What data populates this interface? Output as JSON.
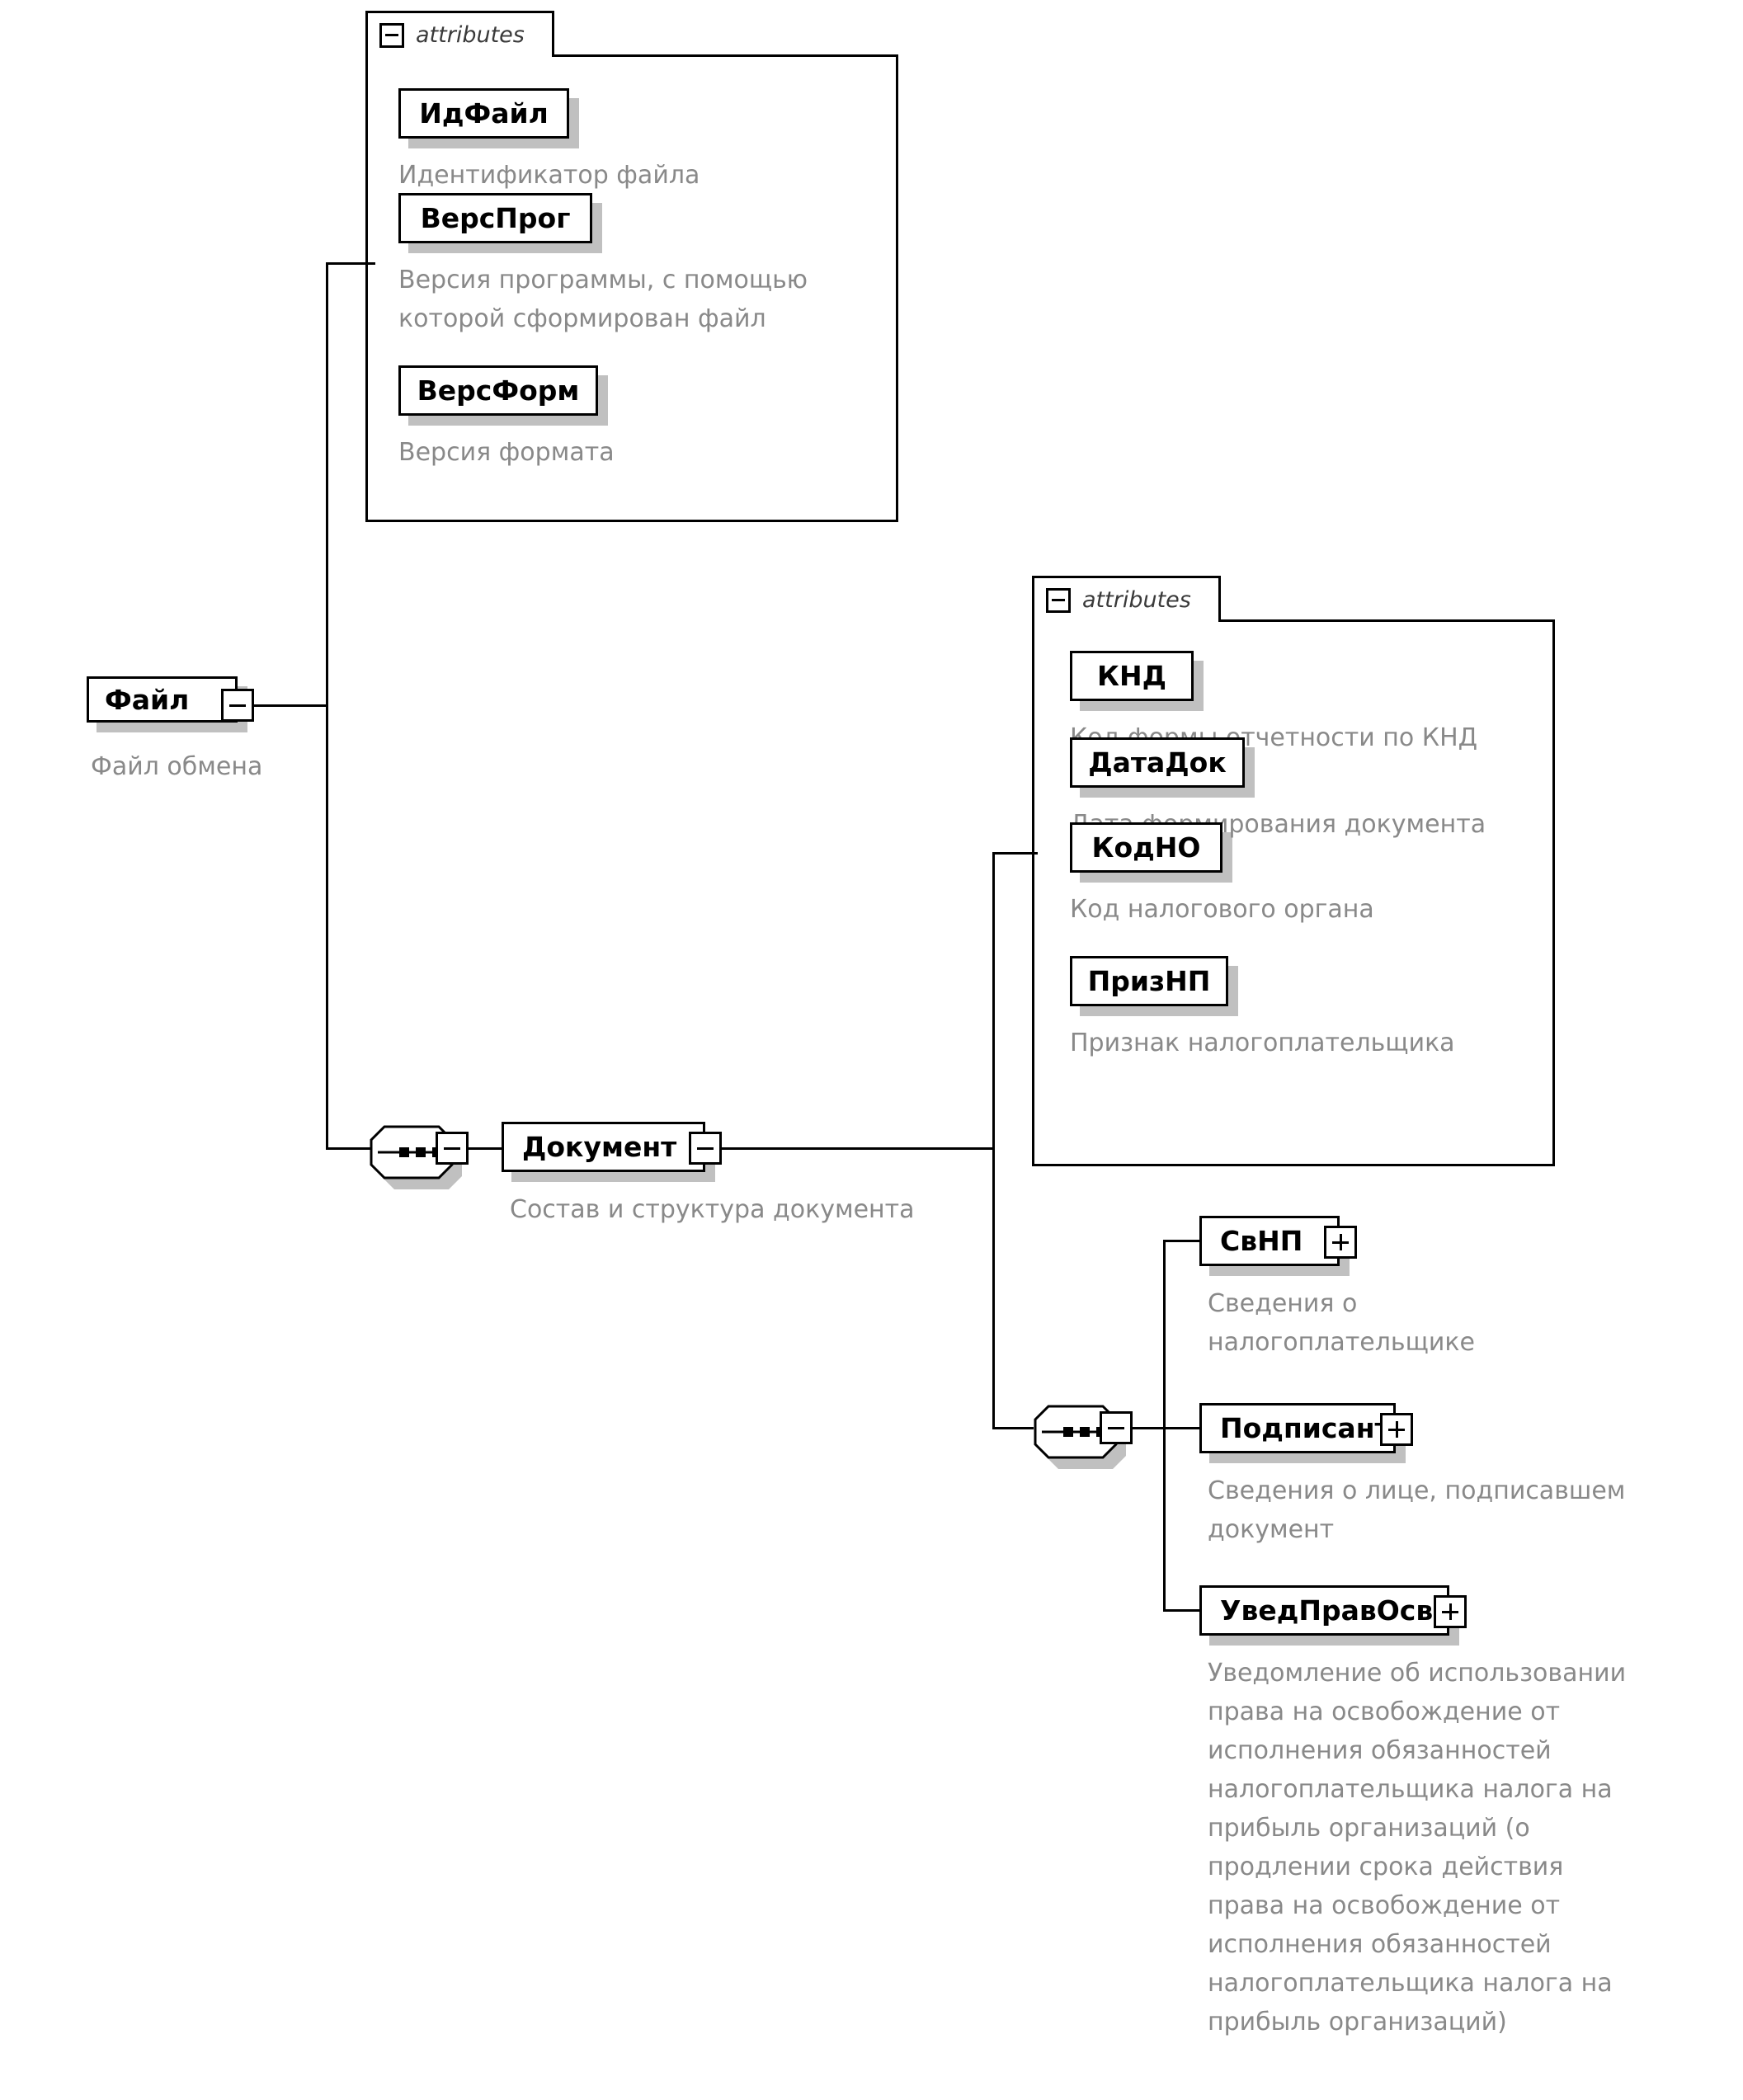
{
  "diagram": {
    "type": "xml-schema-tree",
    "title": "Файл",
    "root": {
      "name": "Файл",
      "description": "Файл обмена",
      "toggle": "minus",
      "attributes_label": "attributes",
      "attributes": [
        {
          "name": "ИдФайл",
          "description": "Идентификатор файла"
        },
        {
          "name": "ВерсПрог",
          "description": "Версия программы, с помощью\nкоторой сформирован файл"
        },
        {
          "name": "ВерсФорм",
          "description": "Версия формата"
        }
      ],
      "children": [
        {
          "name": "Документ",
          "description": "Состав и структура документа",
          "toggle": "minus",
          "compositor": "sequence",
          "attributes_label": "attributes",
          "attributes": [
            {
              "name": "КНД",
              "description": "Код формы отчетности по КНД"
            },
            {
              "name": "ДатаДок",
              "description": "Дата формирования документа"
            },
            {
              "name": "КодНО",
              "description": "Код налогового органа"
            },
            {
              "name": "ПризНП",
              "description": "Признак налогоплательщика"
            }
          ],
          "children": [
            {
              "name": "СвНП",
              "toggle": "plus",
              "description": "Сведения о\nналогоплательщике"
            },
            {
              "name": "Подписант",
              "toggle": "plus",
              "description": "Сведения о лице, подписавшем\nдокумент"
            },
            {
              "name": "УведПравОсв",
              "toggle": "plus",
              "description": "Уведомление об использовании\nправа на освобождение от\nисполнения обязанностей\nналогоплательщика налога на\nприбыль организаций (о\nпродлении срока действия\nправа на освобождение от\nисполнения обязанностей\nналогоплательщика налога на\nприбыль организаций)"
            }
          ]
        }
      ]
    },
    "colors": {
      "stroke": "#000000",
      "shadow": "#c0c0c0",
      "description_text": "#898989",
      "tab_text": "#3a3a3a",
      "background": "#ffffff"
    }
  }
}
